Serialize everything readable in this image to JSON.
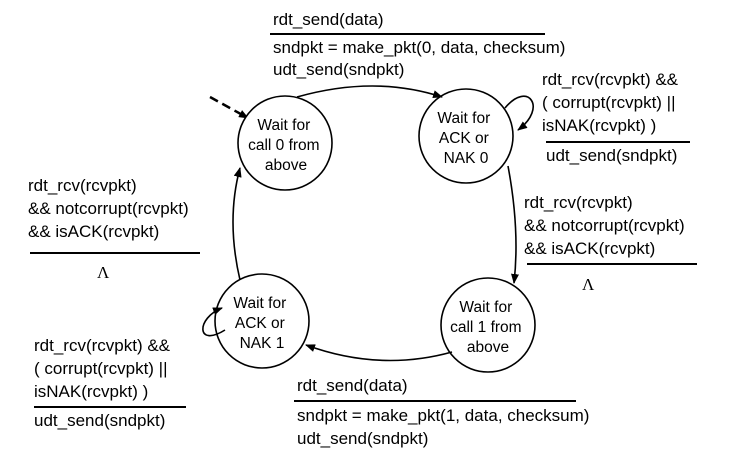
{
  "states": {
    "s0": {
      "lines": [
        "Wait for",
        "call 0 from",
        "above"
      ]
    },
    "s1": {
      "lines": [
        "Wait for",
        "ACK or",
        "NAK 0"
      ]
    },
    "s2": {
      "lines": [
        "Wait for",
        "call 1 from",
        "above"
      ]
    },
    "s3": {
      "lines": [
        "Wait for",
        "ACK or",
        "NAK 1"
      ]
    }
  },
  "transitions": {
    "t_top": {
      "event": [
        "rdt_send(data)"
      ],
      "action": [
        "sndpkt = make_pkt(0, data, checksum)",
        "udt_send(sndpkt)"
      ]
    },
    "t_right_self": {
      "event": [
        "rdt_rcv(rcvpkt) &&",
        "( corrupt(rcvpkt) ||",
        "isNAK(rcvpkt) )"
      ],
      "action": [
        "udt_send(sndpkt)"
      ]
    },
    "t_right": {
      "event": [
        "rdt_rcv(rcvpkt)",
        "&& notcorrupt(rcvpkt)",
        "&& isACK(rcvpkt)"
      ],
      "action": [
        "Λ"
      ]
    },
    "t_bottom": {
      "event": [
        "rdt_send(data)"
      ],
      "action": [
        "sndpkt = make_pkt(1, data, checksum)",
        "udt_send(sndpkt)"
      ]
    },
    "t_left_self": {
      "event": [
        "rdt_rcv(rcvpkt) &&",
        "( corrupt(rcvpkt) ||",
        "isNAK(rcvpkt) )"
      ],
      "action": [
        "udt_send(sndpkt)"
      ]
    },
    "t_left": {
      "event": [
        "rdt_rcv(rcvpkt)",
        "&& notcorrupt(rcvpkt)",
        "&& isACK(rcvpkt)"
      ],
      "action": [
        "Λ"
      ]
    }
  }
}
